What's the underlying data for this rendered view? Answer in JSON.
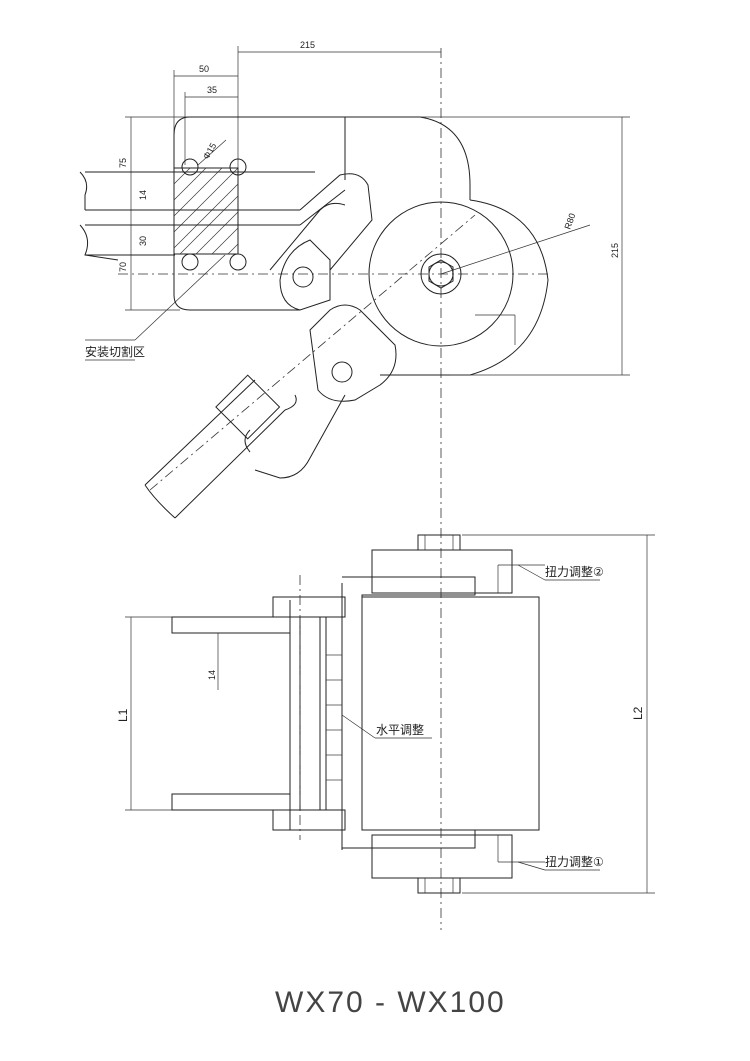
{
  "top_view": {
    "dim_215_top": "215",
    "dim_50": "50",
    "dim_35": "35",
    "dim_phi15": "Φ15",
    "dim_75": "75",
    "dim_14": "14",
    "dim_30": "30",
    "dim_70": "70",
    "dim_R80": "R80",
    "dim_215_right": "215",
    "label_install_cut": "安装切割区"
  },
  "bottom_view": {
    "dim_14": "14",
    "dim_L1": "L1",
    "dim_L2": "L2",
    "label_torque_adjust_2": "扭力调整②",
    "label_level_adjust": "水平调整",
    "label_torque_adjust_1": "扭力调整①"
  },
  "title": "WX70 - WX100"
}
